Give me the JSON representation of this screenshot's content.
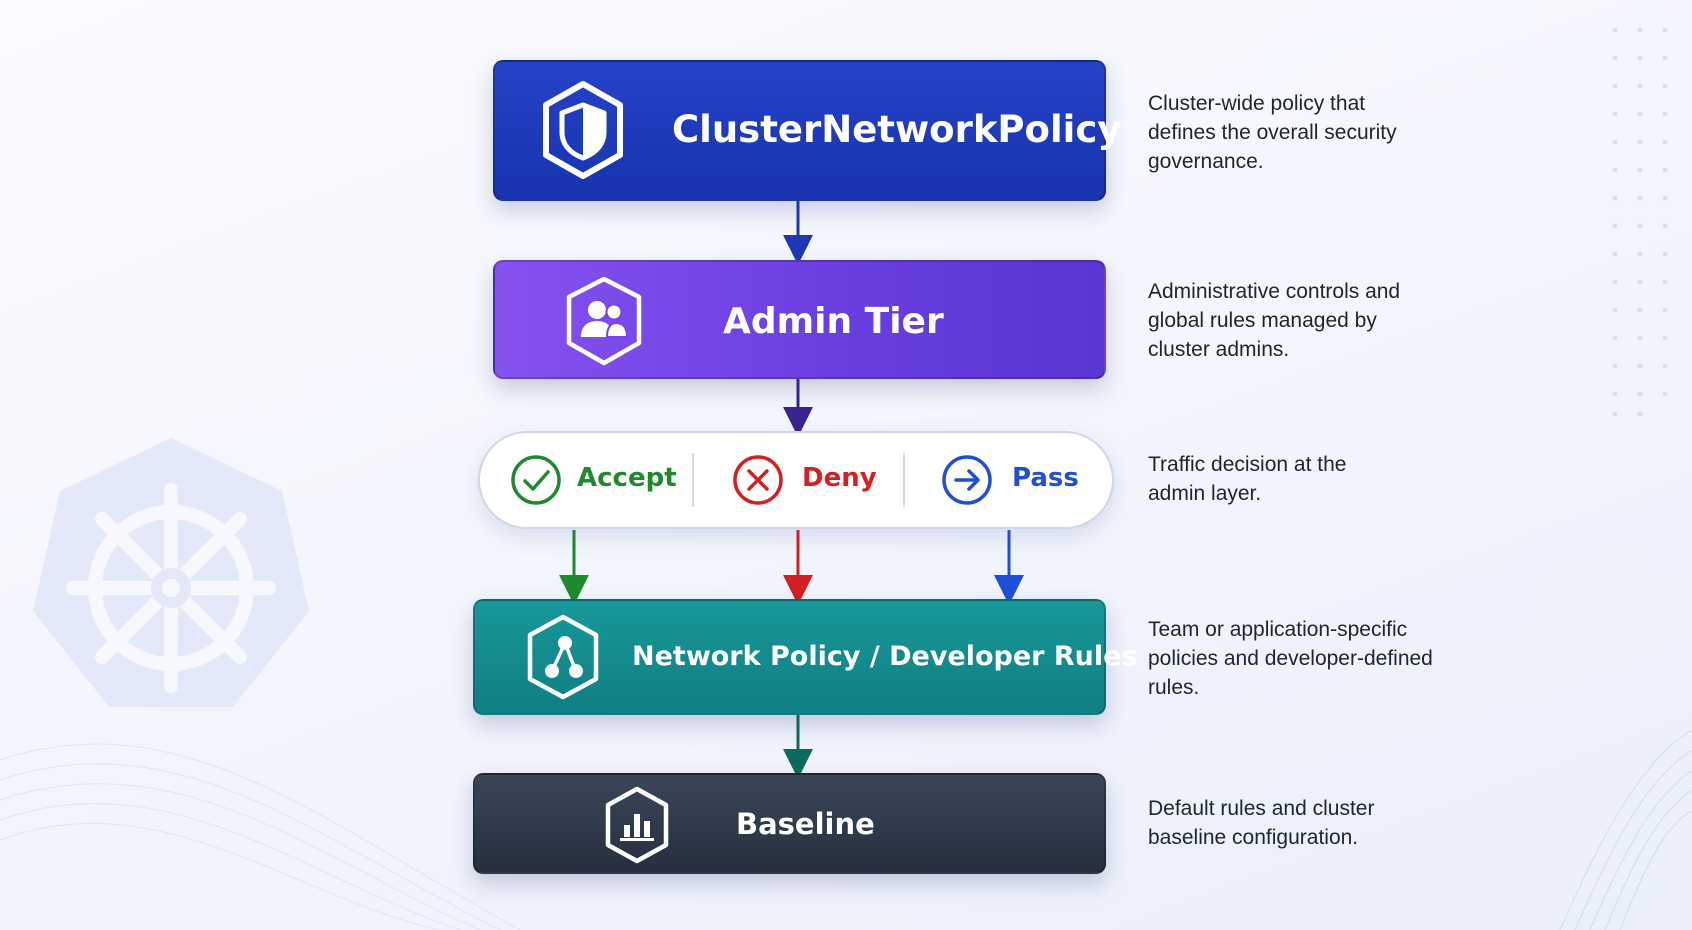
{
  "layers": {
    "cluster_network_policy": {
      "title": "ClusterNetworkPolicy",
      "icon": "shield-icon",
      "color": "#1f3cc0",
      "description": "Cluster-wide policy that defines the overall security governance."
    },
    "admin_tier": {
      "title": "Admin Tier",
      "icon": "users-shield-icon",
      "color": "#7046e6",
      "description": "Administrative controls and global rules managed by cluster admins."
    },
    "decision": {
      "description": "Traffic decision at the admin layer.",
      "options": [
        {
          "label": "Accept",
          "icon": "check-circle-icon",
          "color": "#1f8a2c"
        },
        {
          "label": "Deny",
          "icon": "x-circle-icon",
          "color": "#d42020"
        },
        {
          "label": "Pass",
          "icon": "arrow-right-circle-icon",
          "color": "#1f4fd6"
        }
      ]
    },
    "network_policy": {
      "title": "Network Policy / Developer Rules",
      "icon": "network-nodes-icon",
      "color": "#148c8f",
      "description": "Team or application-specific policies and developer-defined rules."
    },
    "baseline": {
      "title": "Baseline",
      "icon": "bar-chart-shield-icon",
      "color": "#2f3848",
      "description": "Default rules and cluster baseline configuration."
    }
  },
  "background": {
    "watermark_icon": "kubernetes-helm-icon"
  }
}
